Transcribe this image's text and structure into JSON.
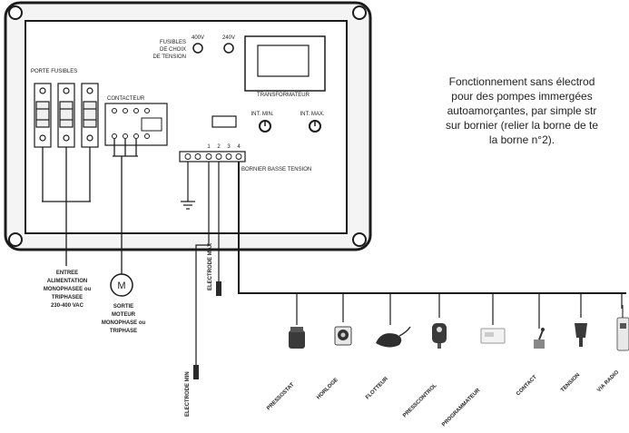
{
  "panel": {
    "fusibles_label": [
      "FUSIBLES",
      "DE CHOIX",
      "DE TENSION"
    ],
    "v400": "400V",
    "v240": "240V",
    "porte_fusibles": "PORTE FUSIBLES",
    "contacteur": "CONTACTEUR",
    "transformateur": "TRANSFORMATEUR",
    "int_min": "INT. MIN.",
    "int_max": "INT. MAX.",
    "borne_numbers": [
      "1",
      "2",
      "3",
      "4"
    ],
    "bornier": "BORNIER BASSE TENSION"
  },
  "motor_symbol": "M",
  "entree": [
    "ENTREE",
    "ALIMENTATION",
    "MONOPHASEE ou",
    "TRIPHASEE",
    "230-400 VAC"
  ],
  "sortie": [
    "SORTIE",
    "MOTEUR",
    "MONOPHASE ou",
    "TRIPHASE"
  ],
  "electrode_max": "ELECTRODE MAX",
  "electrode_min": "ELECTRODE MIN",
  "description": [
    "Fonctionnement sans électrod",
    "pour des pompes immergées",
    "autoamorçantes, par simple str",
    "sur bornier (relier  la borne de te",
    "la borne n°2)."
  ],
  "devices": [
    "PRESSOSTAT",
    "HORLOGE",
    "FLOTTEUR",
    "PRESSCONTROL",
    "PROGRAMMATEUR",
    "CONTACT",
    "TENSION",
    "VIA RADIO"
  ]
}
